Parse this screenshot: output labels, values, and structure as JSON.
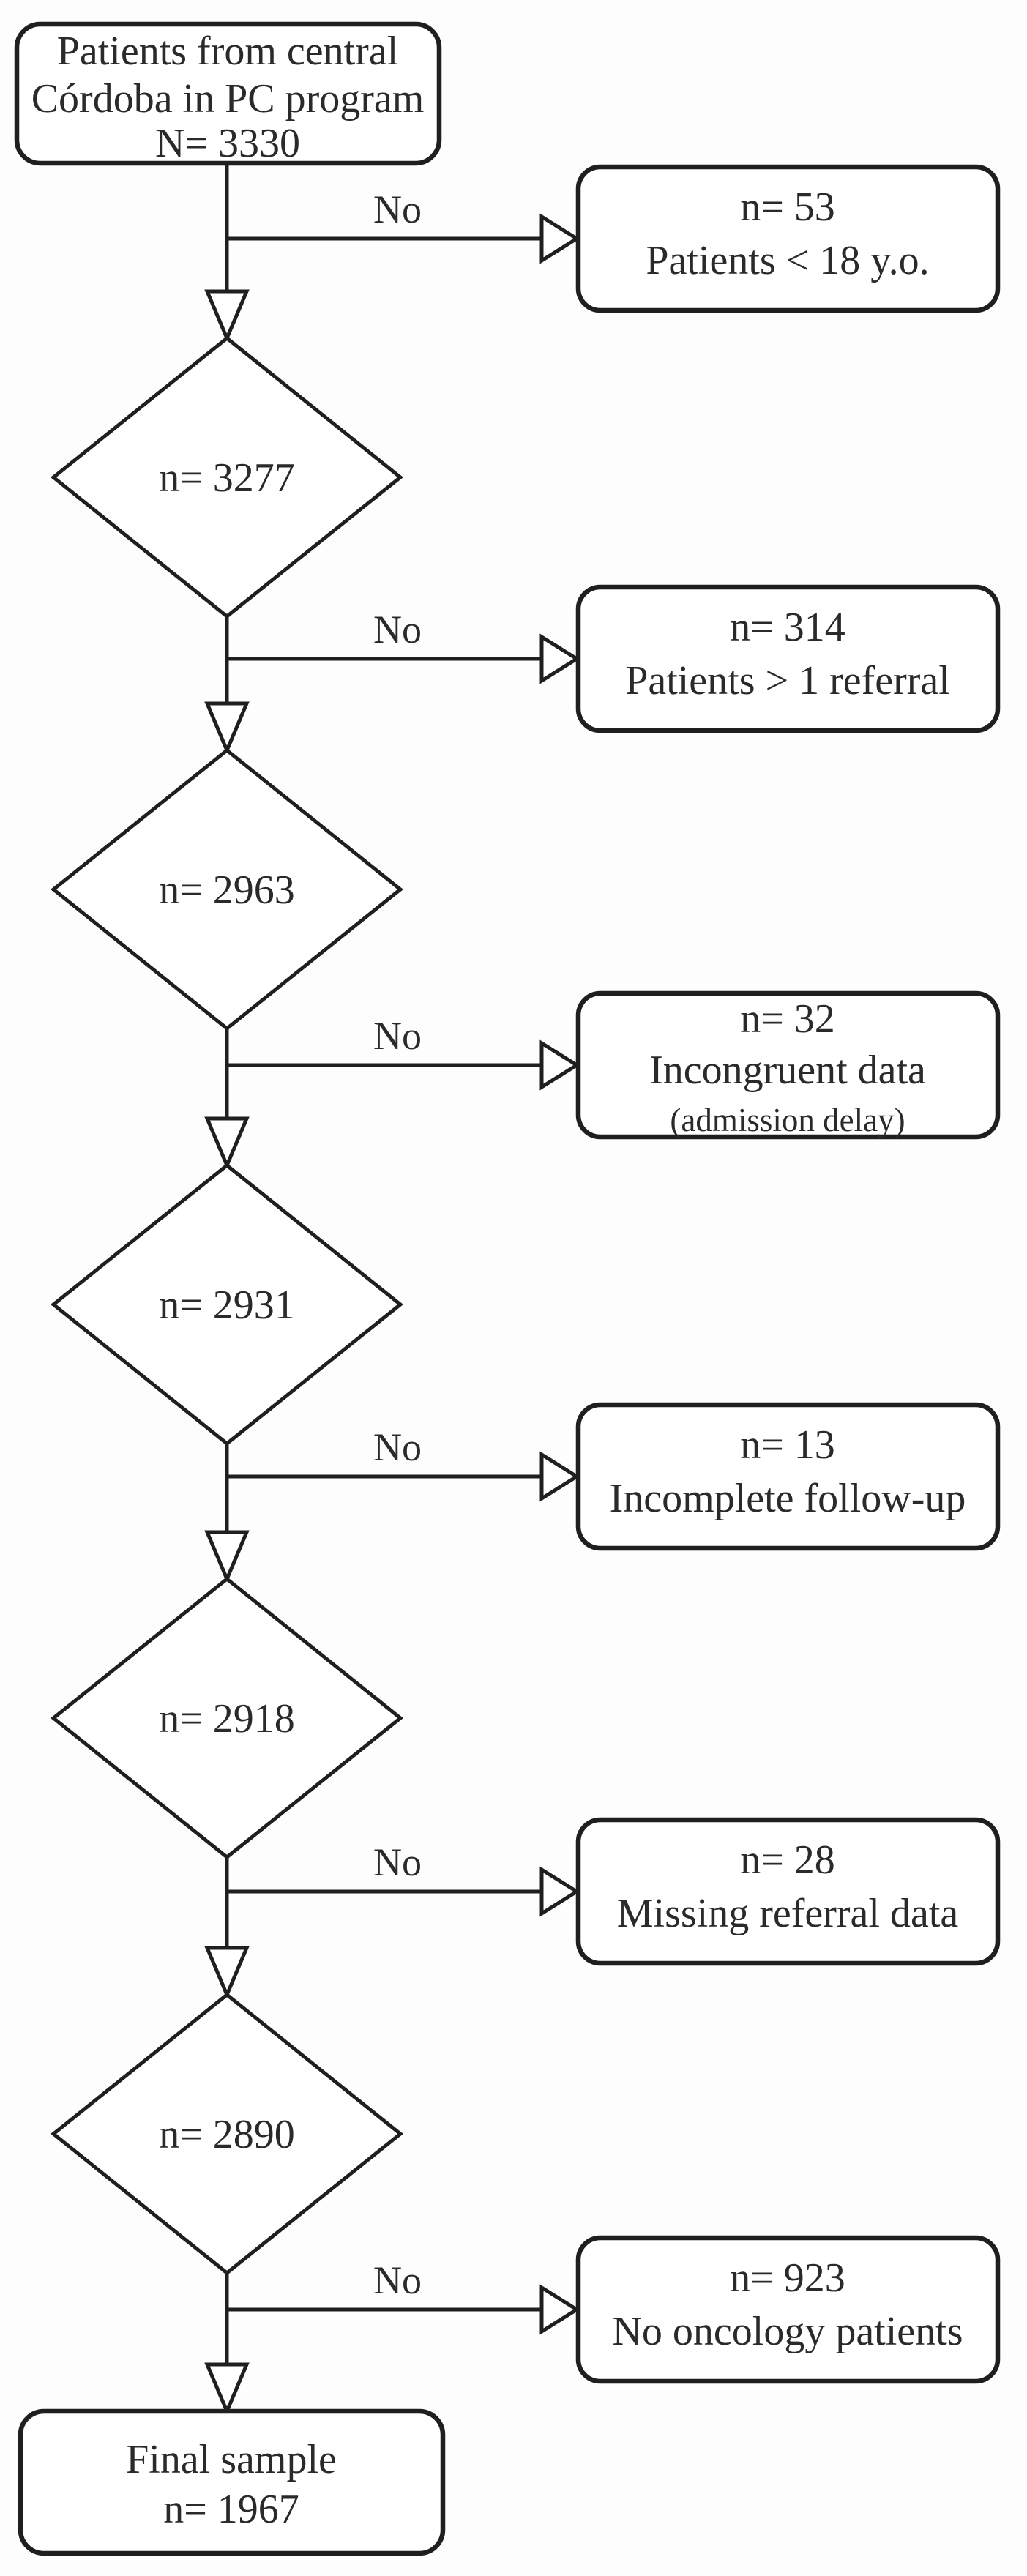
{
  "figure": {
    "type": "flowchart",
    "background": "#fdfdfd",
    "stroke_color": "#1f1f1f",
    "text_color": "#2a2a2a",
    "start_box": {
      "lines": [
        "Patients from central",
        "Córdoba in PC program",
        "N= 3330"
      ]
    },
    "diamonds": [
      {
        "label": "n= 3277"
      },
      {
        "label": "n= 2963"
      },
      {
        "label": "n= 2931"
      },
      {
        "label": "n= 2918"
      },
      {
        "label": "n= 2890"
      }
    ],
    "exclusions": [
      {
        "no_label": "No",
        "lines": [
          "n= 53",
          "Patients < 18 y.o."
        ]
      },
      {
        "no_label": "No",
        "lines": [
          "n= 314",
          "Patients > 1 referral"
        ]
      },
      {
        "no_label": "No",
        "lines": [
          "n= 32",
          "Incongruent data",
          "(admission delay)"
        ]
      },
      {
        "no_label": "No",
        "lines": [
          "n= 13",
          "Incomplete follow-up"
        ]
      },
      {
        "no_label": "No",
        "lines": [
          "n= 28",
          "Missing referral data"
        ]
      },
      {
        "no_label": "No",
        "lines": [
          "n= 923",
          "No oncology patients"
        ]
      }
    ],
    "end_box": {
      "lines": [
        "Final sample",
        "n= 1967"
      ]
    }
  }
}
